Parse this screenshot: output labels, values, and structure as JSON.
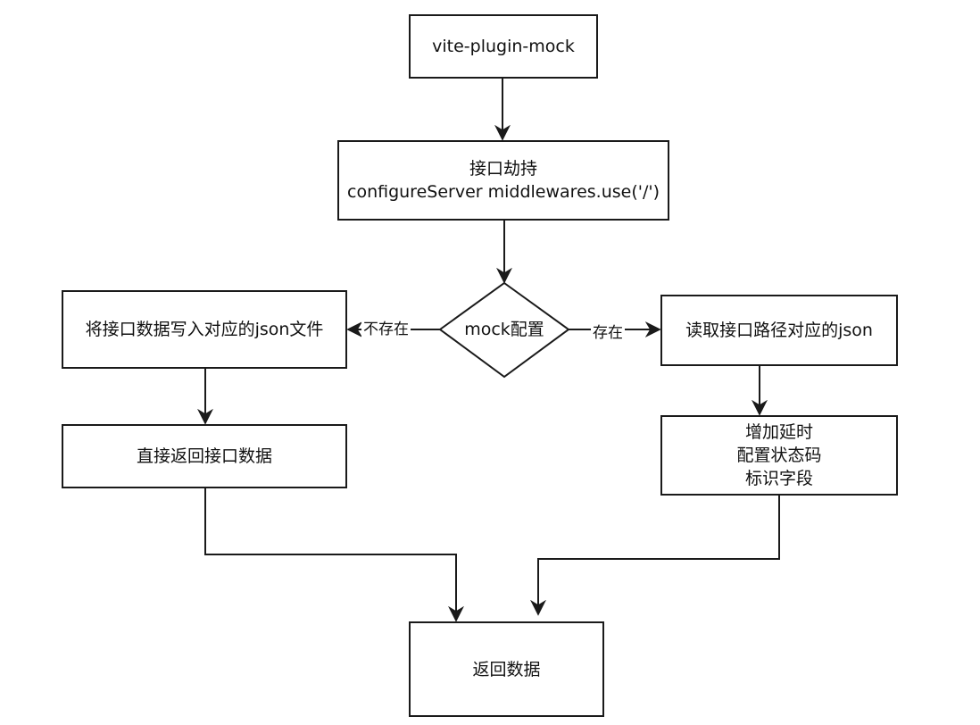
{
  "diagram": {
    "type": "flowchart",
    "nodes": {
      "plugin": {
        "lines": [
          "vite-plugin-mock"
        ]
      },
      "intercept": {
        "lines": [
          "接口劫持",
          "configureServer middlewares.use('/')"
        ]
      },
      "mock_config": {
        "lines": [
          "mock配置"
        ],
        "shape": "diamond"
      },
      "write_json": {
        "lines": [
          "将接口数据写入对应的json文件"
        ]
      },
      "read_json": {
        "lines": [
          "读取接口路径对应的json"
        ]
      },
      "return_direct": {
        "lines": [
          "直接返回接口数据"
        ]
      },
      "enhance": {
        "lines": [
          "增加延时",
          "配置状态码",
          "标识字段"
        ]
      },
      "return_data": {
        "lines": [
          "返回数据"
        ]
      }
    },
    "edges": [
      {
        "from": "plugin",
        "to": "intercept",
        "label": ""
      },
      {
        "from": "intercept",
        "to": "mock_config",
        "label": ""
      },
      {
        "from": "mock_config",
        "to": "write_json",
        "label": "不存在"
      },
      {
        "from": "mock_config",
        "to": "read_json",
        "label": "存在"
      },
      {
        "from": "write_json",
        "to": "return_direct",
        "label": ""
      },
      {
        "from": "read_json",
        "to": "enhance",
        "label": ""
      },
      {
        "from": "return_direct",
        "to": "return_data",
        "label": ""
      },
      {
        "from": "enhance",
        "to": "return_data",
        "label": ""
      }
    ],
    "colors": {
      "stroke": "#1a1a1a",
      "fill": "#ffffff",
      "text": "#111111"
    }
  }
}
